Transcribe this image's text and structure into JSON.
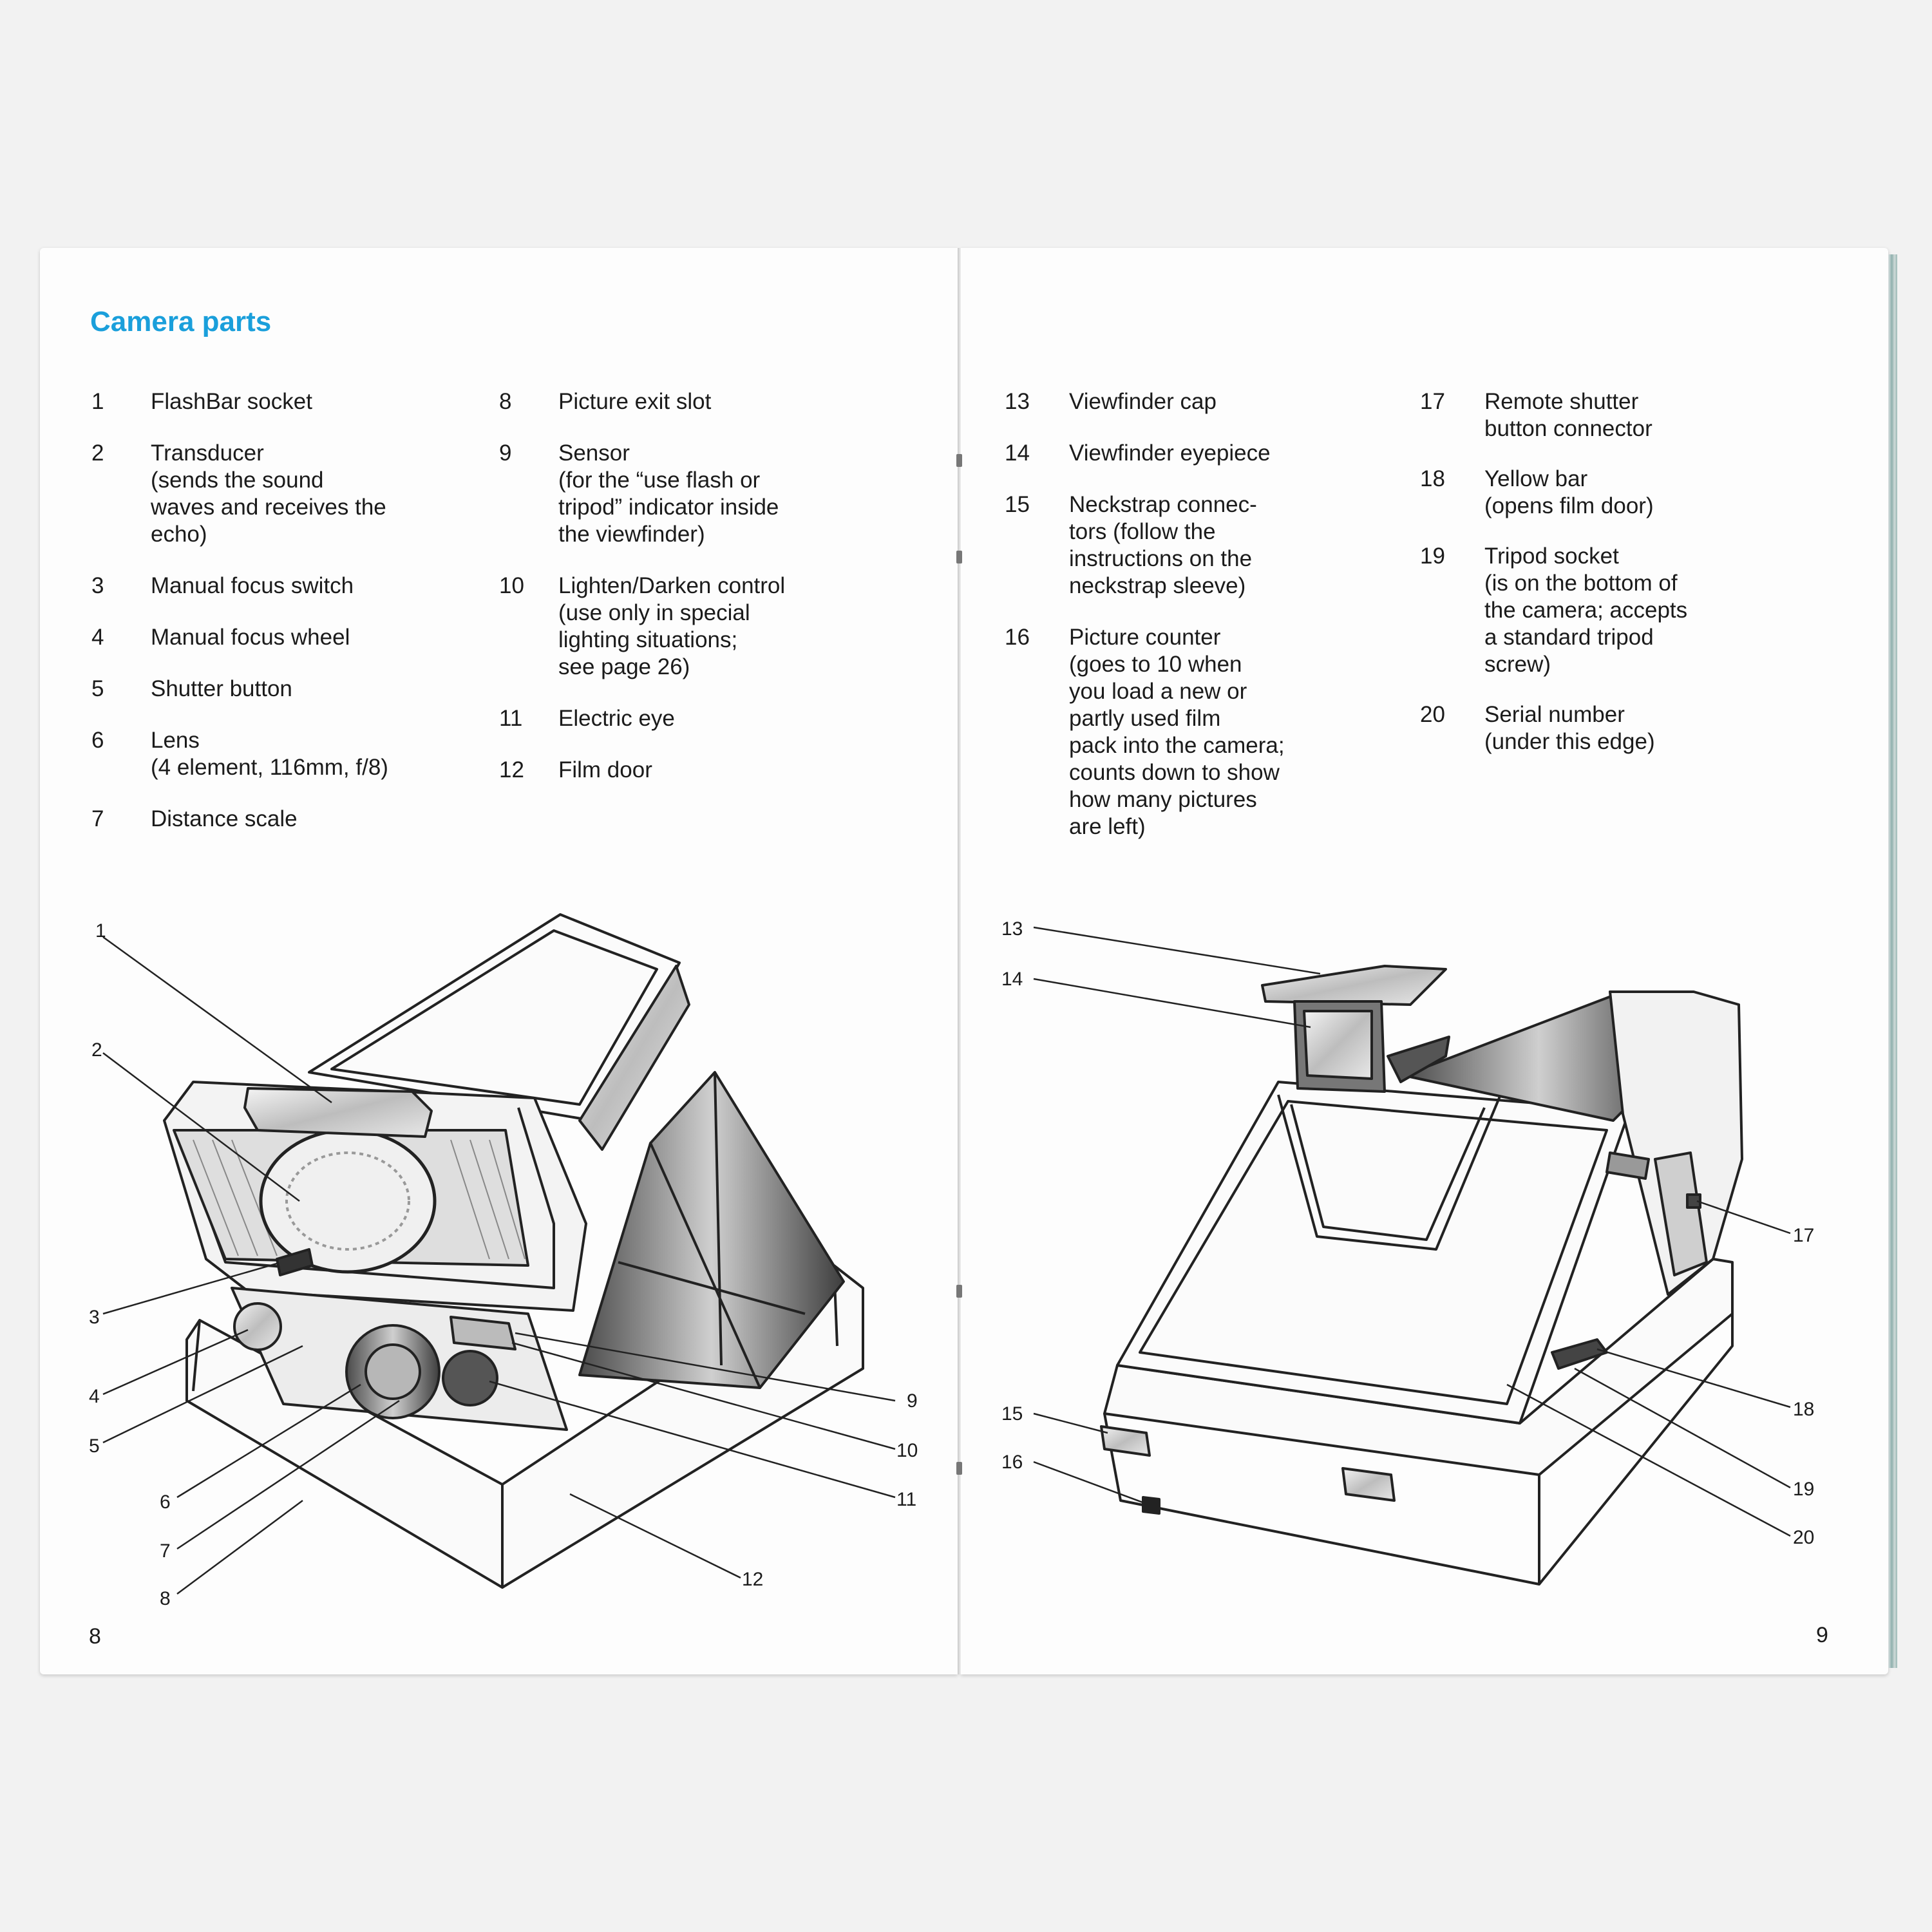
{
  "left_page": {
    "title": "Camera parts",
    "page_number": "8",
    "column_1": [
      {
        "num": "1",
        "text": "FlashBar socket"
      },
      {
        "num": "2",
        "text": "Transducer\n(sends the sound\nwaves and receives the\necho)"
      },
      {
        "num": "3",
        "text": "Manual focus switch"
      },
      {
        "num": "4",
        "text": "Manual focus wheel"
      },
      {
        "num": "5",
        "text": "Shutter button"
      },
      {
        "num": "6",
        "text": "Lens\n(4 element, 116mm, f/8)"
      },
      {
        "num": "7",
        "text": "Distance scale"
      }
    ],
    "column_2": [
      {
        "num": "8",
        "text": "Picture exit slot"
      },
      {
        "num": "9",
        "text": "Sensor\n(for the “use flash or\ntripod” indicator inside\nthe viewfinder)"
      },
      {
        "num": "10",
        "text": "Lighten/Darken control\n(use only in special\nlighting situations;\nsee page 26)"
      },
      {
        "num": "11",
        "text": "Electric eye"
      },
      {
        "num": "12",
        "text": "Film door"
      }
    ],
    "callouts": [
      "1",
      "2",
      "3",
      "4",
      "5",
      "6",
      "7",
      "8",
      "9",
      "10",
      "11",
      "12"
    ]
  },
  "right_page": {
    "page_number": "9",
    "column_1": [
      {
        "num": "13",
        "text": "Viewfinder cap"
      },
      {
        "num": "14",
        "text": "Viewfinder eyepiece"
      },
      {
        "num": "15",
        "text": "Neckstrap connec-\ntors (follow the\ninstructions on the\nneckstrap sleeve)"
      },
      {
        "num": "16",
        "text": "Picture counter\n(goes to 10 when\nyou load a new or\npartly used film\npack into the camera;\ncounts down to show\nhow many pictures\nare left)"
      }
    ],
    "column_2": [
      {
        "num": "17",
        "text": "Remote shutter\nbutton connector"
      },
      {
        "num": "18",
        "text": "Yellow bar\n(opens film door)"
      },
      {
        "num": "19",
        "text": "Tripod socket\n(is on the bottom of\nthe camera; accepts\na standard tripod\nscrew)"
      },
      {
        "num": "20",
        "text": "Serial number\n(under this edge)"
      }
    ],
    "callouts": [
      "13",
      "14",
      "15",
      "16",
      "17",
      "18",
      "19",
      "20"
    ]
  },
  "colors": {
    "title_blue": "#1a9fdb",
    "text": "#1b1b1b",
    "paper": "#fdfdfd",
    "background": "#f2f2f2"
  }
}
